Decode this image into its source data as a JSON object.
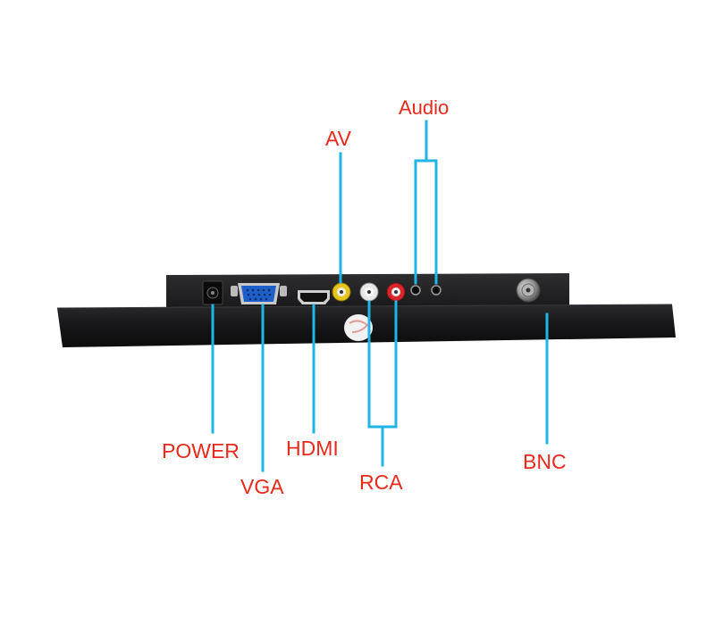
{
  "labels": {
    "audio": "Audio",
    "av": "AV",
    "power": "POWER",
    "hdmi": "HDMI",
    "bnc": "BNC",
    "vga": "VGA",
    "rca": "RCA"
  },
  "colors": {
    "label_text": "#e8291c",
    "leader_line": "#1fb6e6",
    "monitor_body": "#1b1b1d",
    "background": "#ffffff"
  }
}
